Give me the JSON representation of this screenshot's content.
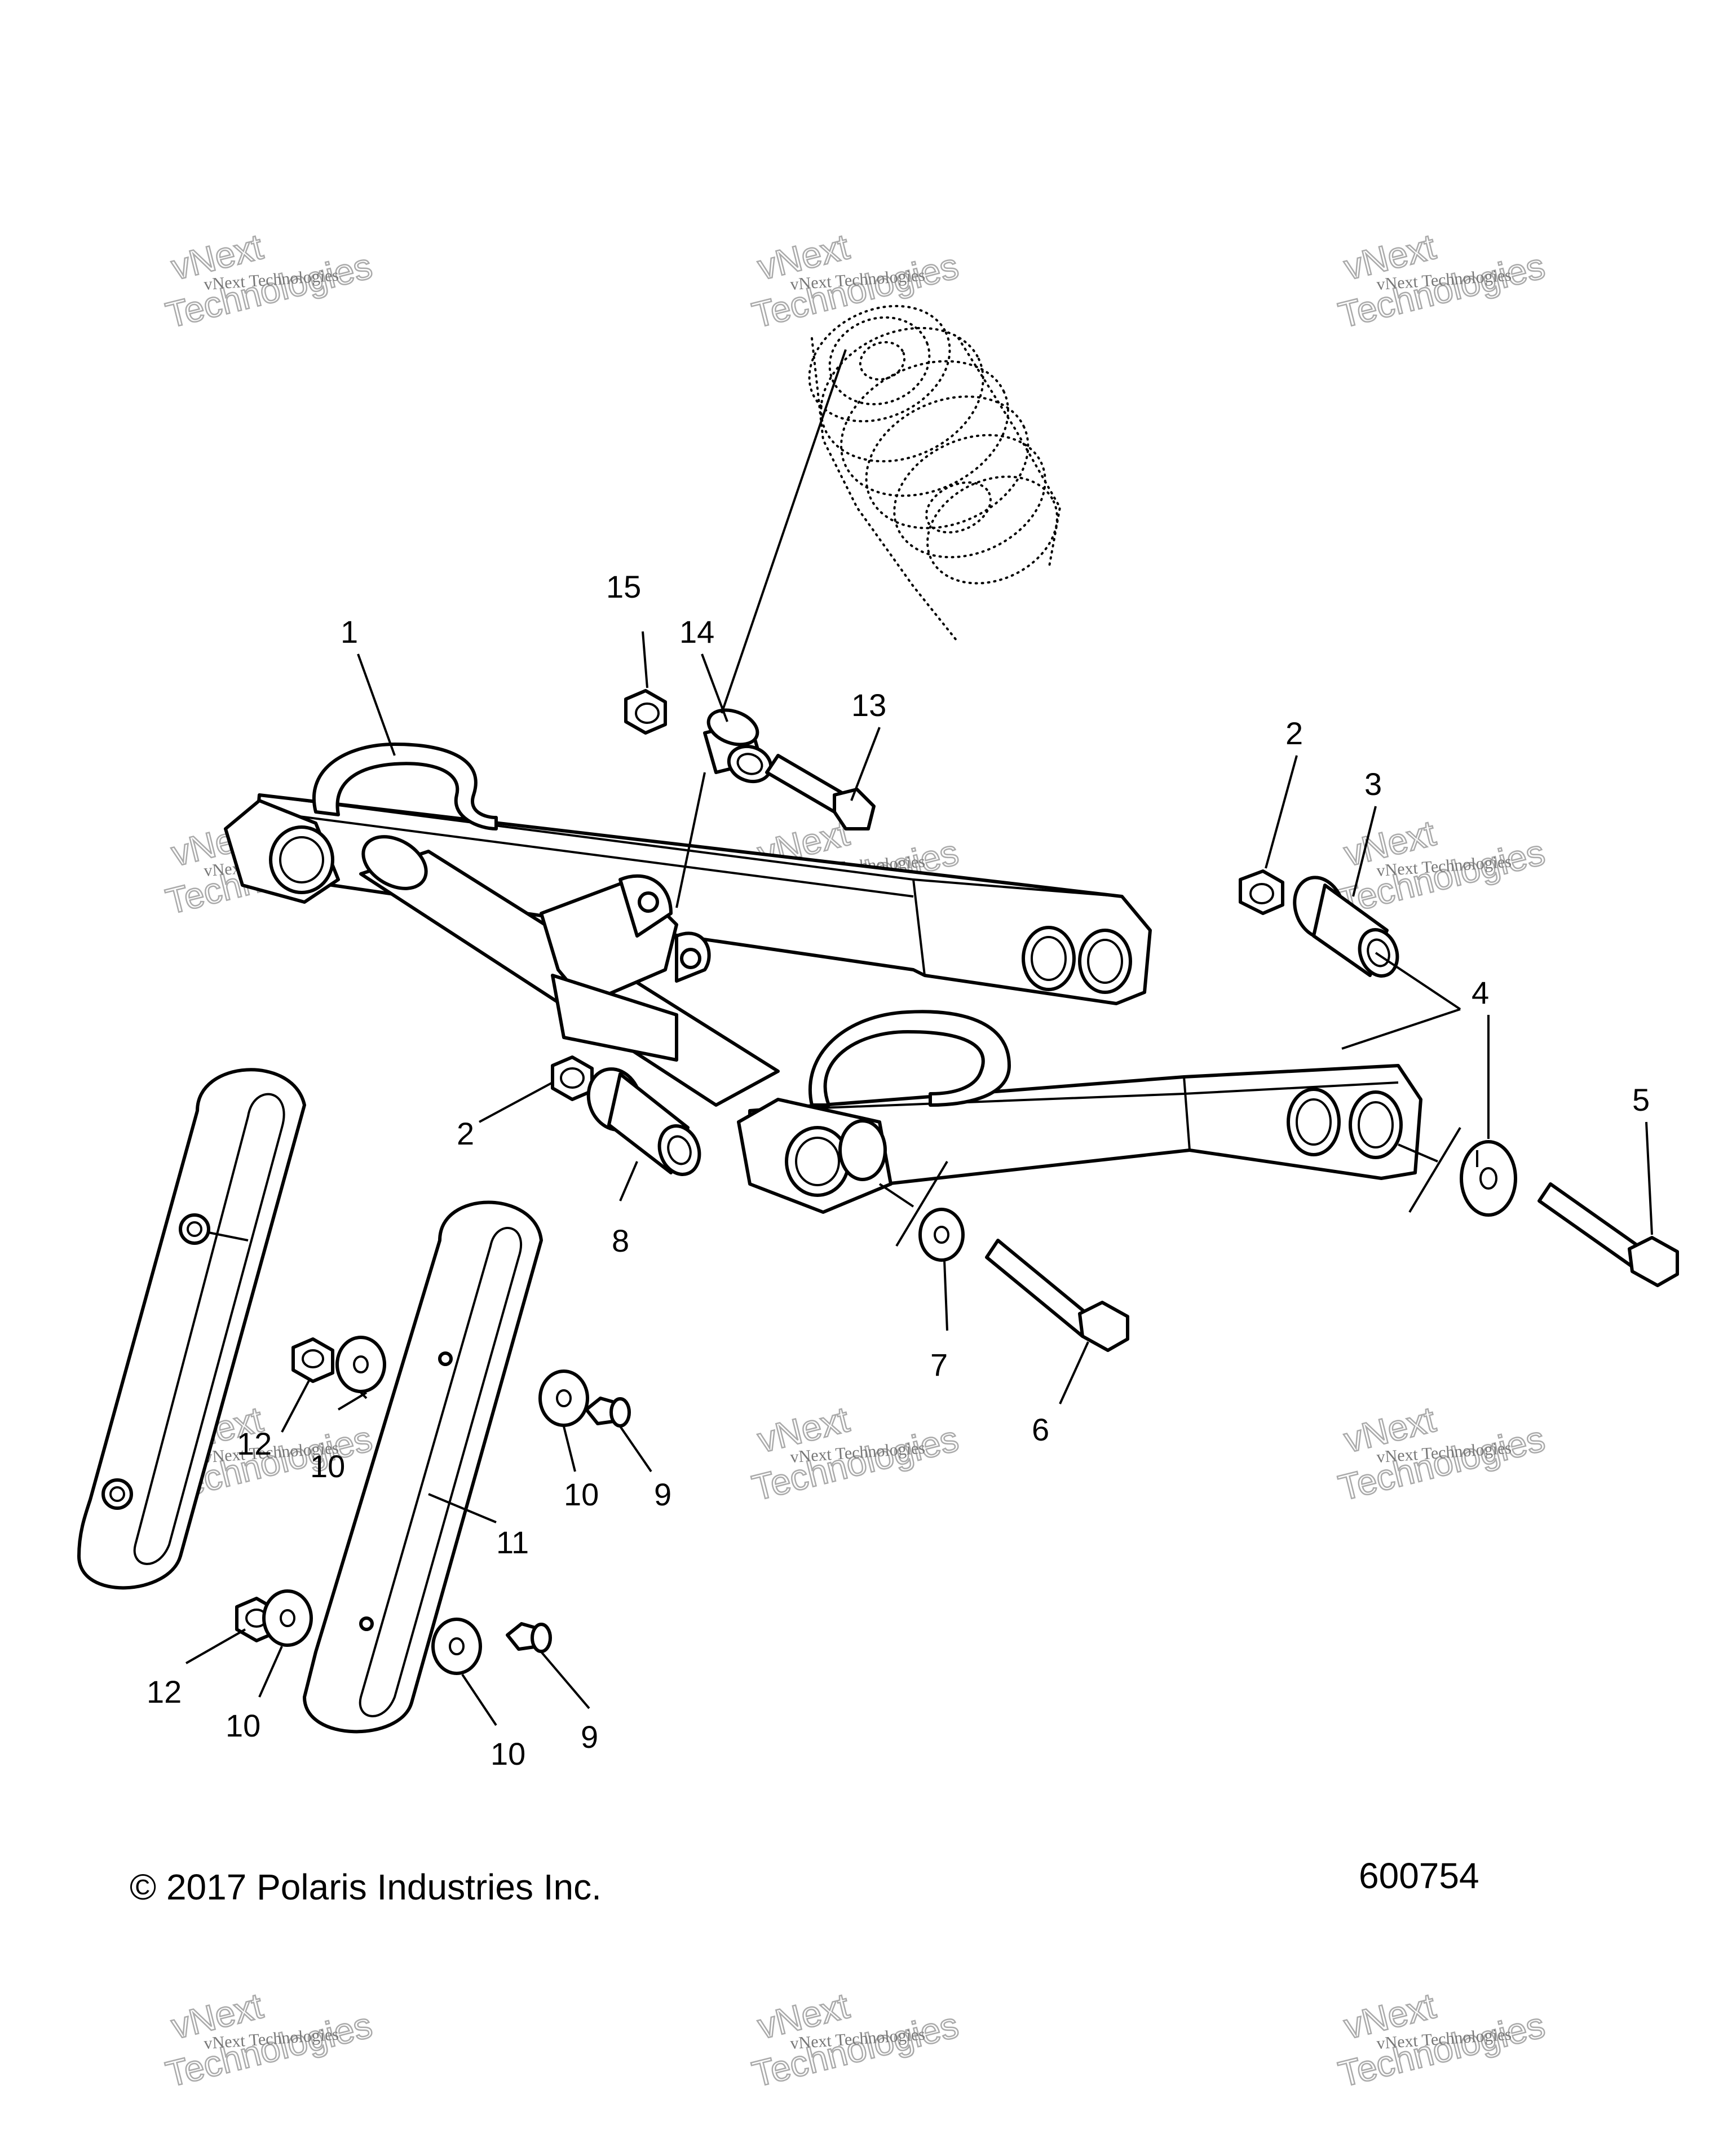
{
  "callouts": [
    {
      "id": "1",
      "text": "1"
    },
    {
      "id": "2a",
      "text": "2"
    },
    {
      "id": "3",
      "text": "3"
    },
    {
      "id": "2b",
      "text": "2"
    },
    {
      "id": "4",
      "text": "4"
    },
    {
      "id": "5",
      "text": "5"
    },
    {
      "id": "6",
      "text": "6"
    },
    {
      "id": "7",
      "text": "7"
    },
    {
      "id": "8",
      "text": "8"
    },
    {
      "id": "9a",
      "text": "9"
    },
    {
      "id": "9b",
      "text": "9"
    },
    {
      "id": "10a",
      "text": "10"
    },
    {
      "id": "10b",
      "text": "10"
    },
    {
      "id": "10c",
      "text": "10"
    },
    {
      "id": "10d",
      "text": "10"
    },
    {
      "id": "11",
      "text": "11"
    },
    {
      "id": "12a",
      "text": "12"
    },
    {
      "id": "12b",
      "text": "12"
    },
    {
      "id": "13",
      "text": "13"
    },
    {
      "id": "14",
      "text": "14"
    },
    {
      "id": "15",
      "text": "15"
    }
  ],
  "watermark": {
    "line1": "vNext Technologies",
    "line2a": "vNext",
    "line2b": "Technologies"
  },
  "footer": {
    "copyright": "© 2017 Polaris Industries Inc.",
    "figure_number": "600754"
  }
}
